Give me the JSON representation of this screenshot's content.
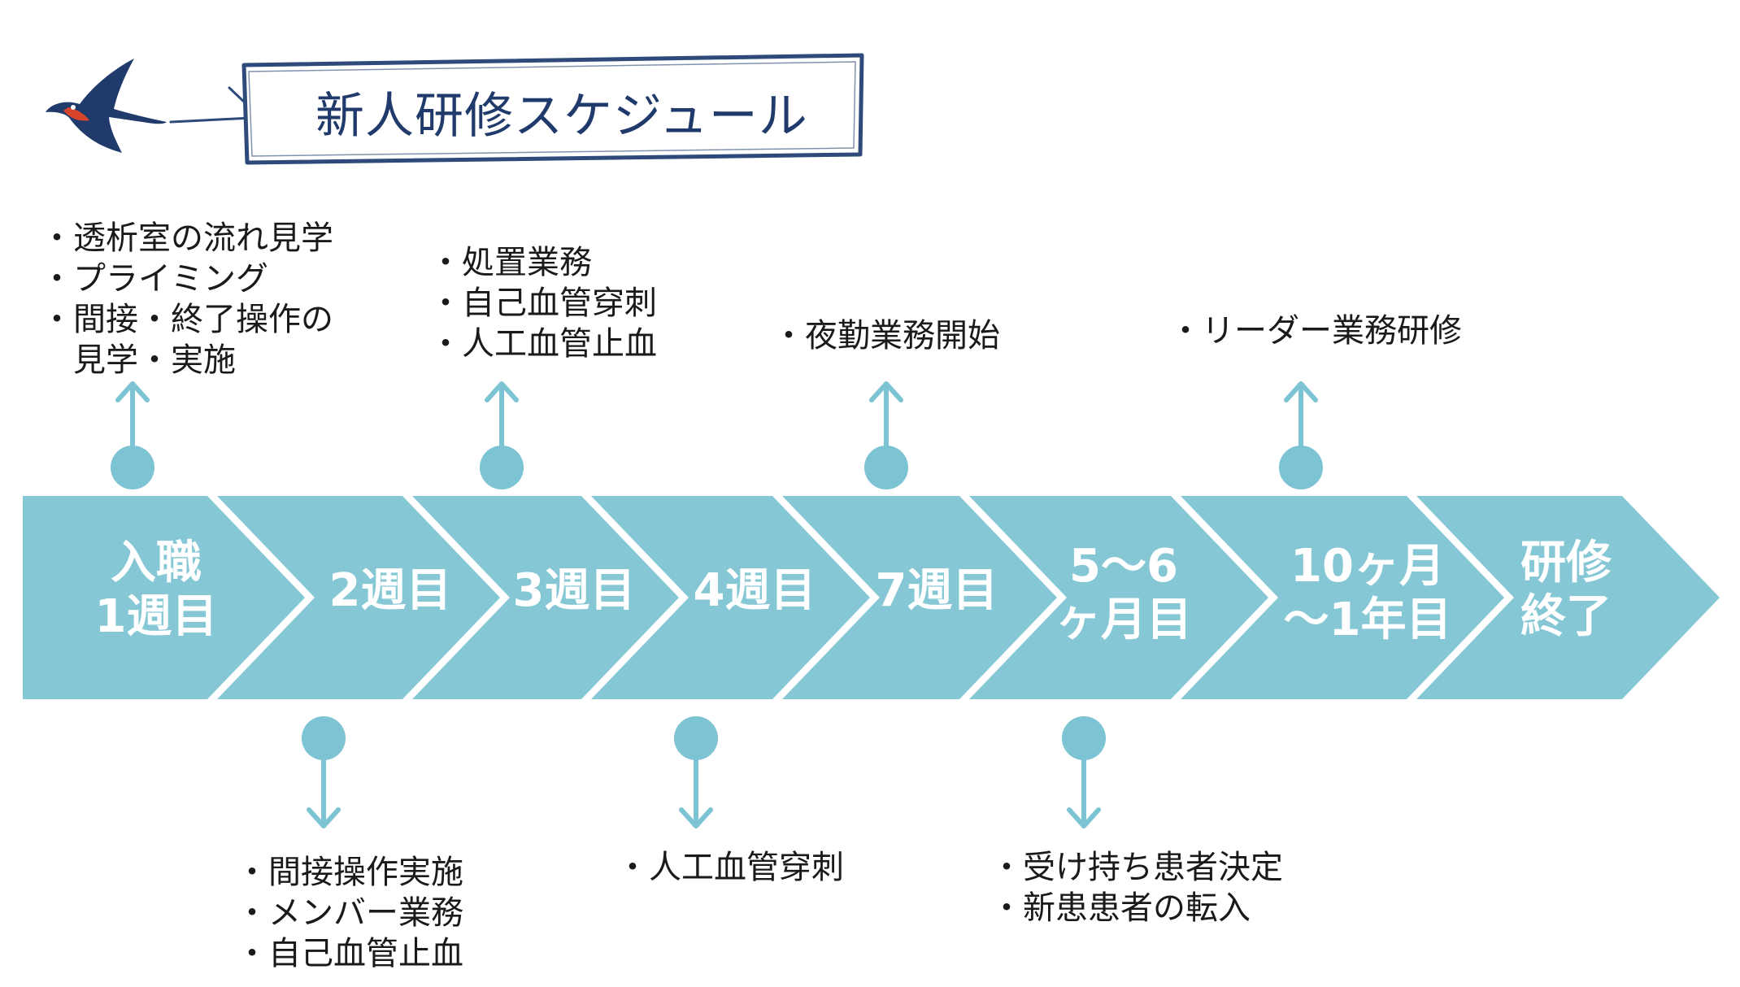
{
  "title": "新人研修スケジュール",
  "colors": {
    "timeline": "#85c7d5",
    "accent": "#7cc3d4",
    "banner_border": "#2d4a7a",
    "bird_body": "#1f3a6b",
    "bird_throat": "#d8452b"
  },
  "icons": {
    "bird": "swallow-bird-icon",
    "banner": "ribbon-banner-icon"
  },
  "stages": [
    {
      "line1": "入職",
      "line2": "1週目"
    },
    {
      "line1": "2週目",
      "line2": ""
    },
    {
      "line1": "3週目",
      "line2": ""
    },
    {
      "line1": "4週目",
      "line2": ""
    },
    {
      "line1": "7週目",
      "line2": ""
    },
    {
      "line1": "5〜6",
      "line2": "ヶ月目"
    },
    {
      "line1": "10ヶ月",
      "line2": "〜1年目"
    },
    {
      "line1": "研修",
      "line2": "終了"
    }
  ],
  "events_above": [
    {
      "stage": "入職 1週目",
      "items": [
        "透析室の流れ見学",
        "プライミング",
        "間接・終了操作の",
        "見学・実施"
      ]
    },
    {
      "stage": "3週目",
      "items": [
        "処置業務",
        "自己血管穿刺",
        "人工血管止血"
      ]
    },
    {
      "stage": "7週目",
      "items": [
        "夜勤業務開始"
      ]
    },
    {
      "stage": "10ヶ月〜1年目",
      "items": [
        "リーダー業務研修"
      ]
    }
  ],
  "events_below": [
    {
      "stage": "2週目",
      "items": [
        "間接操作実施",
        "メンバー業務",
        "自己血管止血"
      ]
    },
    {
      "stage": "4週目",
      "items": [
        "人工血管穿刺"
      ]
    },
    {
      "stage": "5〜6ヶ月目",
      "items": [
        "受け持ち患者決定",
        "新患患者の転入"
      ]
    }
  ]
}
